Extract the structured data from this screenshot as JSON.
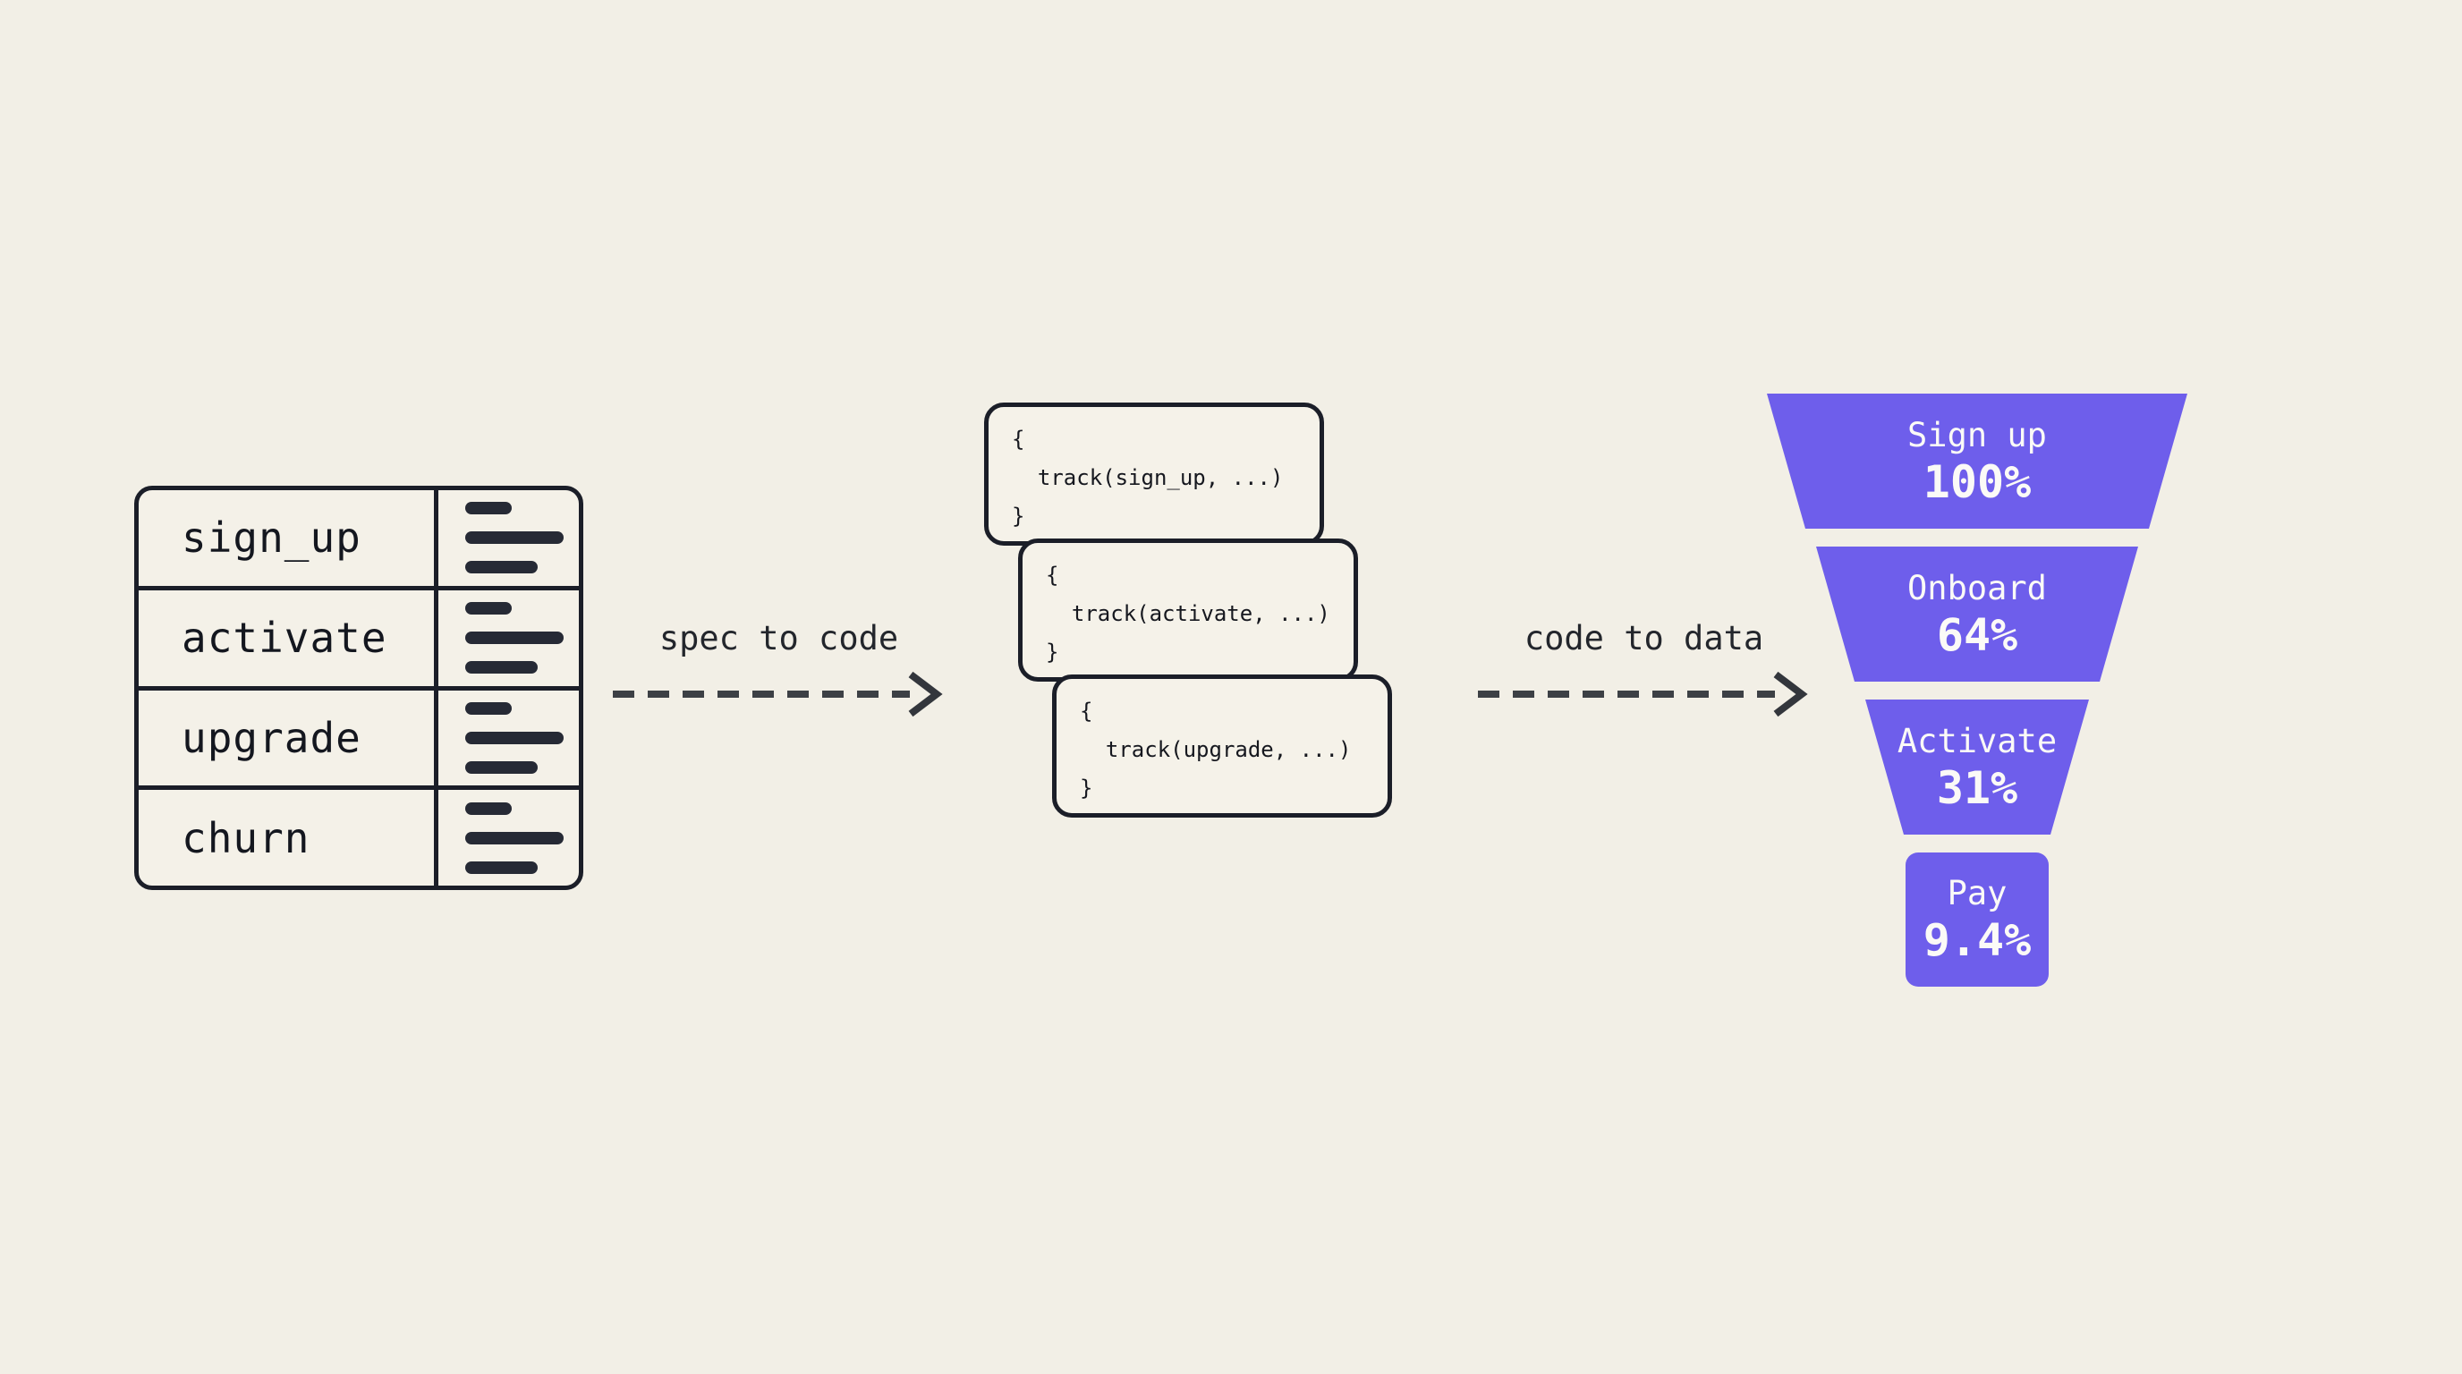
{
  "colors": {
    "background": "#f2efe6",
    "ink": "#1b1e28",
    "accent_purple": "#6e5eeb",
    "arrow_gray": "#3d4045",
    "card_bg": "#f5f2e9",
    "funnel_text": "#fbfaf7"
  },
  "spec_table": {
    "rows": [
      {
        "event": "sign_up"
      },
      {
        "event": "activate"
      },
      {
        "event": "upgrade"
      },
      {
        "event": "churn"
      }
    ]
  },
  "arrows": [
    {
      "label": "spec to code"
    },
    {
      "label": "code to data"
    }
  ],
  "code_cards": [
    {
      "code": "{\n  track(sign_up, ...)\n}"
    },
    {
      "code": "{\n  track(activate, ...)\n}"
    },
    {
      "code": "{\n  track(upgrade, ...)\n}"
    }
  ],
  "funnel": {
    "segments": [
      {
        "label": "Sign up",
        "percent": "100%"
      },
      {
        "label": "Onboard",
        "percent": "64%"
      },
      {
        "label": "Activate",
        "percent": "31%"
      },
      {
        "label": "Pay",
        "percent": "9.4%"
      }
    ]
  },
  "chart_data": {
    "type": "funnel",
    "stages": [
      "Sign up",
      "Onboard",
      "Activate",
      "Pay"
    ],
    "values_percent": [
      100,
      64,
      31,
      9.4
    ],
    "value_labels": [
      "100%",
      "64%",
      "31%",
      "9.4%"
    ],
    "color": "#6e5eeb",
    "orientation": "top-wide",
    "legend_position": "none"
  }
}
